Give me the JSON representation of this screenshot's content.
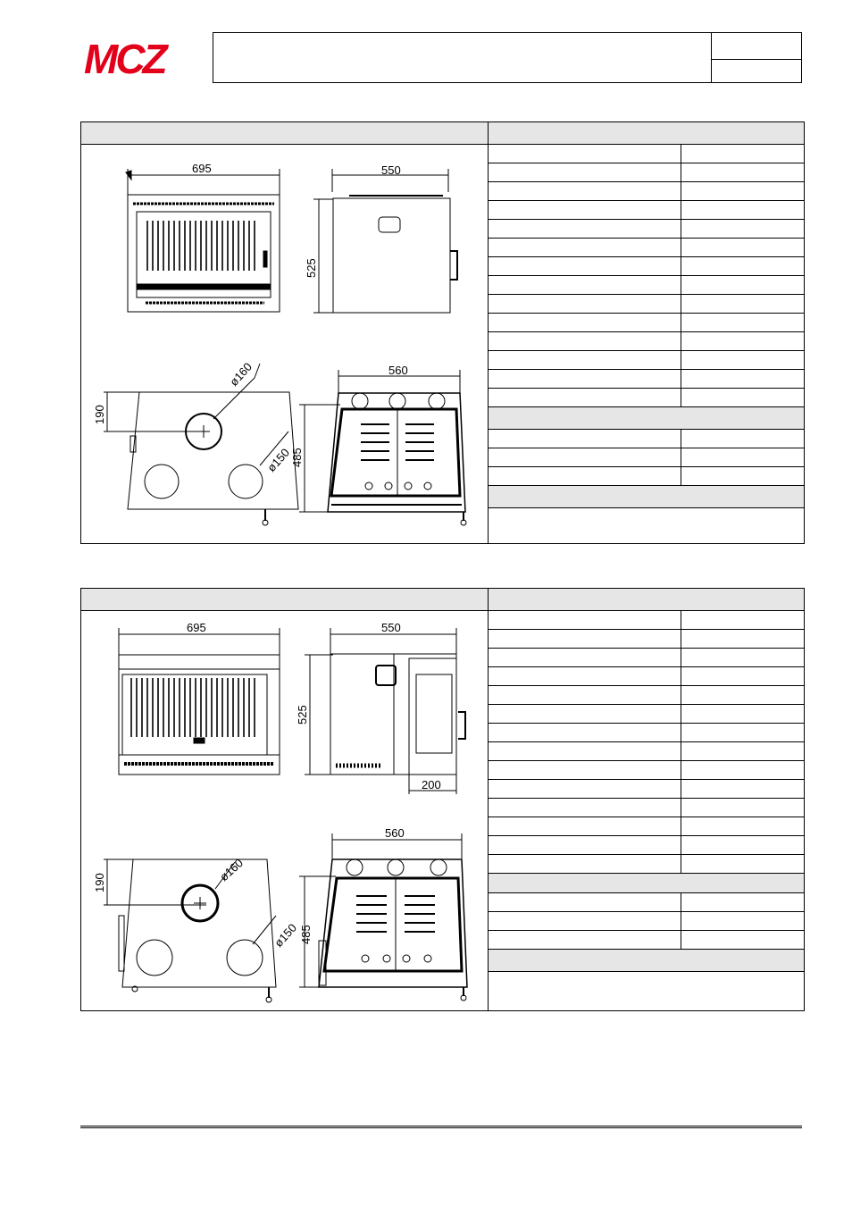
{
  "header": {
    "logo_text": "MCZ",
    "brand_color": "#e3001b"
  },
  "sections": [
    {
      "id": "section-1",
      "drawings": {
        "front_width": "695",
        "side_depth": "550",
        "side_height": "525",
        "rear_top": "190",
        "flue_main": "ø160",
        "flue_secondary": "ø150",
        "bottom_width": "560",
        "bottom_height": "485"
      }
    },
    {
      "id": "section-2",
      "drawings": {
        "front_width": "695",
        "side_depth": "550",
        "side_height": "525",
        "side_extra": "200",
        "rear_top": "190",
        "flue_main": "ø160",
        "flue_secondary": "ø150",
        "bottom_width": "560",
        "bottom_height": "485"
      }
    }
  ]
}
